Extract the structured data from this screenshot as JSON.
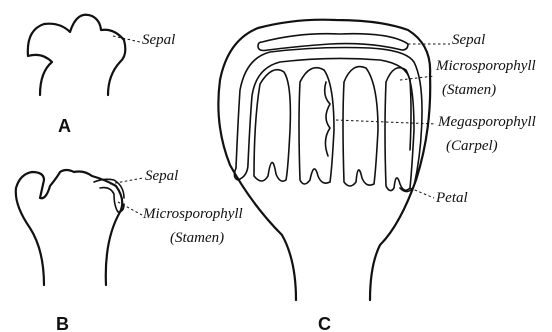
{
  "panels": {
    "a": {
      "letter": "A",
      "sepal_label": "Sepal"
    },
    "b": {
      "letter": "B",
      "sepal_label": "Sepal",
      "stamen_label_1": "Microsporophyll",
      "stamen_label_2": "(Stamen)"
    },
    "c": {
      "letter": "C",
      "sepal_label": "Sepal",
      "stamen_label_1": "Microsporophyll",
      "stamen_label_2": "(Stamen)",
      "carpel_label_1": "Megasporophyll",
      "carpel_label_2": "(Carpel)",
      "petal_label": "Petal"
    }
  }
}
